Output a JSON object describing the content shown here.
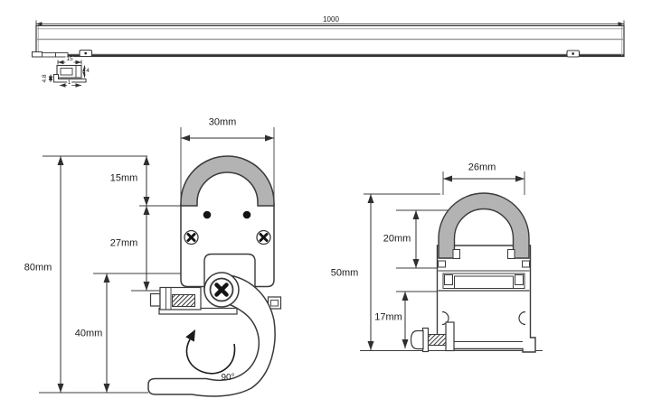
{
  "drawing": {
    "type": "technical-dimension-drawing",
    "colors": {
      "line": "#3a3a3a",
      "dim_line": "#2f2f2f",
      "arch_fill": "#b3b3b3",
      "background": "#ffffff"
    },
    "top_view": {
      "length": "1000",
      "clip_detail": {
        "width": "15",
        "height": "4",
        "depth": "4.8",
        "base_thickness": "1"
      }
    },
    "front_view": {
      "width": "30mm",
      "arch_height": "15mm",
      "body_height": "27mm",
      "overall_height": "80mm",
      "clamp_height": "40mm",
      "clamp_rotation": "90°"
    },
    "side_view": {
      "width": "26mm",
      "arch_depth": "20mm",
      "overall_height": "50mm",
      "base_height": "17mm"
    }
  }
}
